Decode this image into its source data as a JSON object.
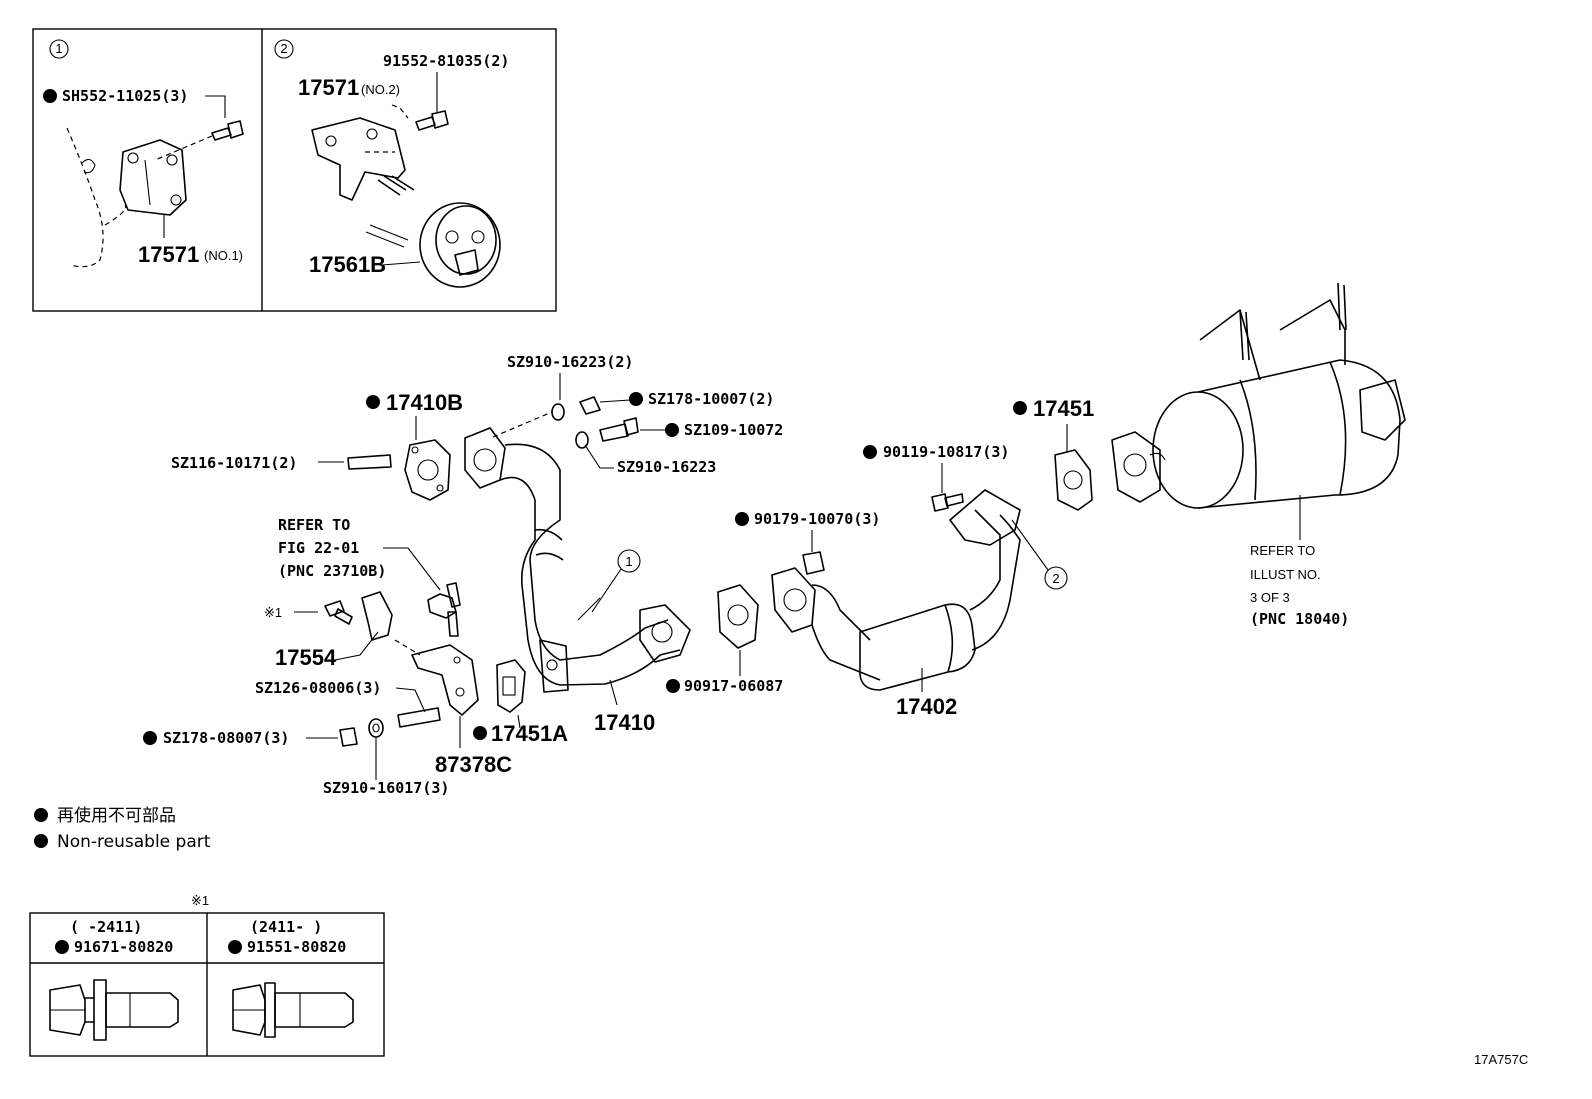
{
  "inset1": {
    "num": "1",
    "label_bolt": "SH552-11025(3)",
    "pnc": "17571",
    "pnc_note": "(NO.1)"
  },
  "inset2": {
    "num": "2",
    "label_bolt": "91552-81035(2)",
    "pnc": "17571",
    "pnc_note": "(NO.2)",
    "insulator": "17561B"
  },
  "labels": {
    "sz910_16223_2": "SZ910-16223(2)",
    "p17410b": "17410B",
    "sz178_10007_2": "SZ178-10007(2)",
    "sz109_10072": "SZ109-10072",
    "sz116_10171_2": "SZ116-10171(2)",
    "sz910_16223": "SZ910-16223",
    "p17451": "17451",
    "p90119": "90119-10817(3)",
    "p90179": "90179-10070(3)",
    "refer1": "REFER TO",
    "refer2": "FIG 22-01",
    "refer3": "(PNC 23710B)",
    "ref_mark": "※1",
    "p17554": "17554",
    "sz126": "SZ126-08006(3)",
    "sz178_08007": "SZ178-08007(3)",
    "p17451a": "17451A",
    "p17410": "17410",
    "p90917": "90917-06087",
    "p17402": "17402",
    "p87378c": "87378C",
    "sz910_16017": "SZ910-16017(3)",
    "refer_illust1": "REFER TO",
    "refer_illust2": "ILLUST NO.",
    "refer_illust3": "3 OF 3",
    "refer_illust4": "(PNC 18040)",
    "callout1": "1",
    "callout2": "2"
  },
  "legend": {
    "jp": "再使用不可部品",
    "en": "Non-reusable part"
  },
  "footnote_table": {
    "mark": "※1",
    "col1_range": "(     -2411)",
    "col1_part": "91671-80820",
    "col2_range": "(2411-     )",
    "col2_part": "91551-80820"
  },
  "figure_code": "17A757C"
}
